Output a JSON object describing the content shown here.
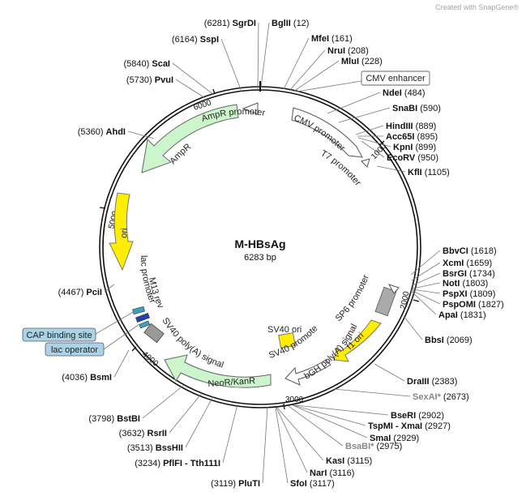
{
  "watermark": "Created with SnapGene®",
  "plasmid": {
    "name": "M-HBsAg",
    "length_label": "6283 bp"
  },
  "ticks": [
    "1000",
    "2000",
    "3000",
    "4000",
    "5000",
    "6000"
  ],
  "sites_right": [
    {
      "pos": "(12)",
      "name": "BglII"
    },
    {
      "pos": "(161)",
      "name": "MfeI"
    },
    {
      "pos": "(208)",
      "name": "NruI"
    },
    {
      "pos": "(228)",
      "name": "MluI"
    },
    {
      "pos": "(484)",
      "name": "NdeI"
    },
    {
      "pos": "(590)",
      "name": "SnaBI"
    },
    {
      "pos": "(889)",
      "name": "HindIII"
    },
    {
      "pos": "(895)",
      "name": "Acc65I"
    },
    {
      "pos": "(899)",
      "name": "KpnI"
    },
    {
      "pos": "(950)",
      "name": "EcoRV"
    },
    {
      "pos": "(1105)",
      "name": "KflI"
    },
    {
      "pos": "(1618)",
      "name": "BbvCI"
    },
    {
      "pos": "(1659)",
      "name": "XcmI"
    },
    {
      "pos": "(1734)",
      "name": "BsrGI"
    },
    {
      "pos": "(1803)",
      "name": "NotI"
    },
    {
      "pos": "(1809)",
      "name": "PspXI"
    },
    {
      "pos": "(1827)",
      "name": "PspOMI"
    },
    {
      "pos": "(1831)",
      "name": "ApaI"
    },
    {
      "pos": "(2069)",
      "name": "BbsI"
    },
    {
      "pos": "(2383)",
      "name": "DraIII"
    },
    {
      "pos": "(2673)",
      "name": "SexAI*"
    },
    {
      "pos": "(2902)",
      "name": "BseRI"
    },
    {
      "pos": "(2927)",
      "name": "TspMI - XmaI"
    },
    {
      "pos": "(2929)",
      "name": "SmaI"
    },
    {
      "pos": "(2975)",
      "name": "BsaBI*"
    },
    {
      "pos": "(3115)",
      "name": "KasI"
    },
    {
      "pos": "(3116)",
      "name": "NarI"
    },
    {
      "pos": "(3117)",
      "name": "SfoI"
    }
  ],
  "sites_left": [
    {
      "pos": "(6281)",
      "name": "SgrDI"
    },
    {
      "pos": "(6164)",
      "name": "SspI"
    },
    {
      "pos": "(5840)",
      "name": "ScaI"
    },
    {
      "pos": "(5730)",
      "name": "PvuI"
    },
    {
      "pos": "(5360)",
      "name": "AhdI"
    },
    {
      "pos": "(4467)",
      "name": "PciI"
    },
    {
      "pos": "(4036)",
      "name": "BsmI"
    },
    {
      "pos": "(3798)",
      "name": "BstBI"
    },
    {
      "pos": "(3632)",
      "name": "RsrII"
    },
    {
      "pos": "(3513)",
      "name": "BssHII"
    },
    {
      "pos": "(3234)",
      "name": "PflFI - Tth111I"
    },
    {
      "pos": "(3119)",
      "name": "PluTI"
    }
  ],
  "features": {
    "cmv_enhancer": "CMV enhancer",
    "cmv_promoter": "CMV promoter",
    "t7_promoter": "T7 promoter",
    "ampr_promoter": "AmpR promoter",
    "ampr": "AmpR",
    "ori": "ori",
    "lac_promoter": "lac promoter",
    "m13_rev": "M13 rev",
    "cap_binding_site": "CAP binding site",
    "lac_operator": "lac operator",
    "sv40_polya": "SV40 poly(A) signal",
    "neo_kan": "NeoR/KanR",
    "sv40_ori": "SV40 ori",
    "sv40_promoter": "SV40 promoter",
    "bgh_polya": "bGH poly(A) signal",
    "f1_ori": "f1 ori",
    "sp6_promoter": "SP6 promoter"
  },
  "colors": {
    "ampr": "#ccf5cc",
    "neo": "#ccf5cc",
    "ori_yellow": "#ffee00",
    "promoter": "#ffffff",
    "polya": "#999999",
    "cap_box": "#aad3e6",
    "m13": "#2244aa",
    "lac": "#3aa2b8"
  }
}
